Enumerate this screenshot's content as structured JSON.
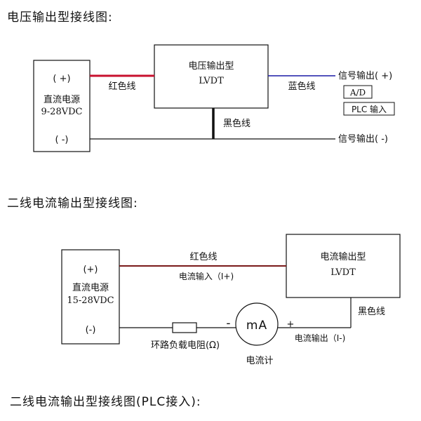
{
  "sections": {
    "voltage": {
      "title": "电压输出型接线图:",
      "psu": {
        "plus": "( +)",
        "name": "直流电源",
        "range": "9-28VDC",
        "minus": "( -)"
      },
      "lvdt": {
        "name": "电压输出型",
        "model": "LVDT"
      },
      "wire_red": "红色线",
      "wire_blue": "蓝色线",
      "wire_black": "黑色线",
      "signal_plus": "信号输出( +)",
      "signal_minus": "信号输出( -)",
      "ad_box": "A/D",
      "plc_box": "PLC 输入"
    },
    "current": {
      "title": "二线电流输出型接线图:",
      "psu": {
        "plus": "(+)",
        "name": "直流电源",
        "range": "15-28VDC",
        "minus": "(-)"
      },
      "lvdt": {
        "name": "电流输出型",
        "model": "LVDT"
      },
      "wire_red": "红色线",
      "current_in": "电流输入（I+)",
      "wire_black": "黑色线",
      "current_out": "电流输出（I-)",
      "resistor": "环路负载电阻(Ω)",
      "meter_unit": "mA",
      "meter_name": "电流计",
      "minus_sign": "-",
      "plus_sign": "+"
    },
    "plc": {
      "title": "二线电流输出型接线图(PLC接入):"
    }
  },
  "colors": {
    "red_wire": "#c8102e",
    "blue_wire": "#1a1aa6",
    "black": "#111111",
    "dark_red": "#7a1a1a"
  }
}
